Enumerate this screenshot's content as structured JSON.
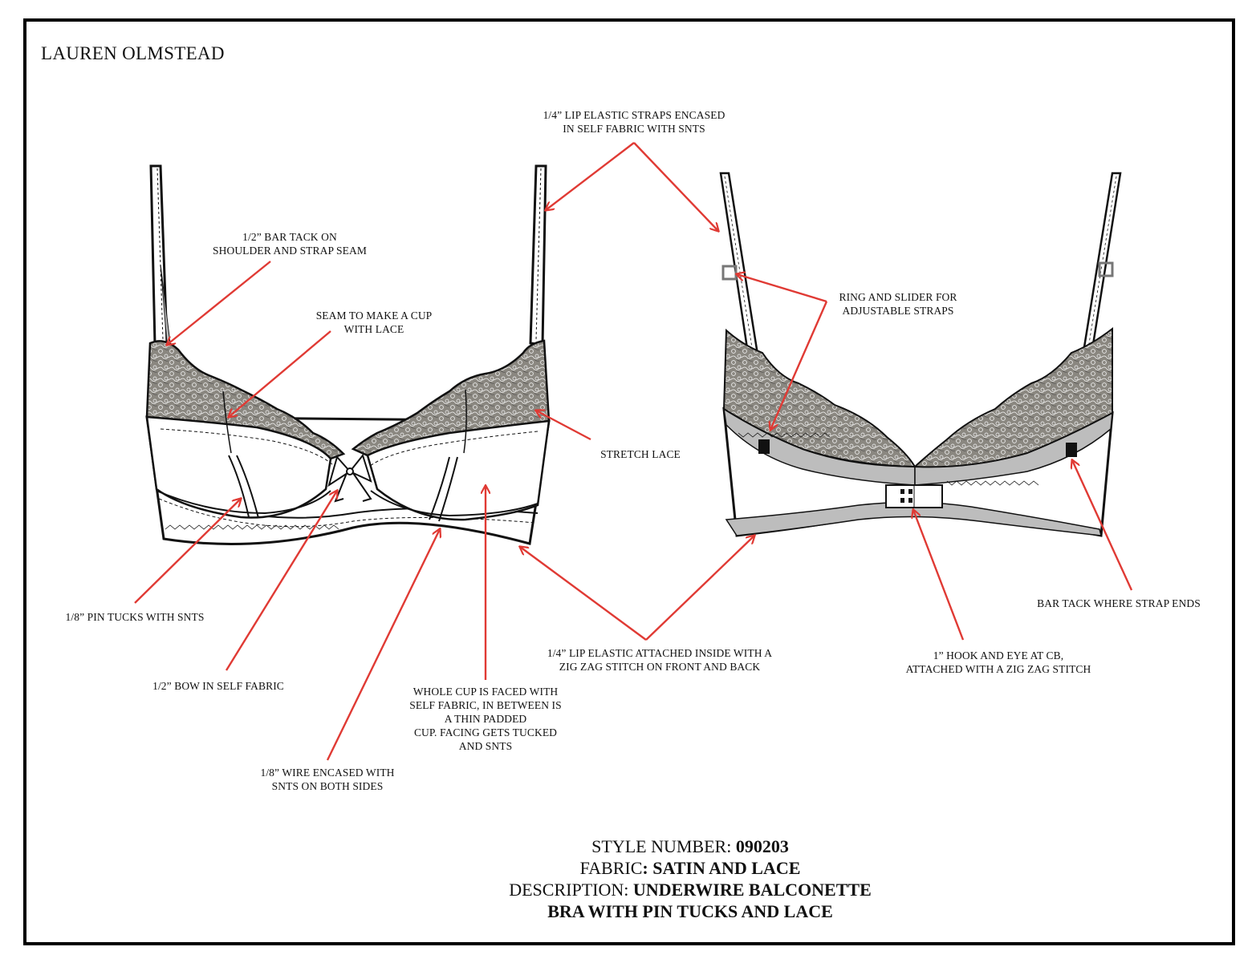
{
  "designer": "LAUREN OLMSTEAD",
  "callouts": {
    "straps": [
      "1/4” LIP ELASTIC STRAPS ENCASED",
      "IN SELF FABRIC WITH SNTS"
    ],
    "bar_tack": [
      "1/2” BAR TACK ON",
      "SHOULDER AND STRAP SEAM"
    ],
    "seam": [
      "SEAM TO MAKE A CUP",
      "WITH LACE"
    ],
    "stretch_lace": [
      "STRETCH LACE"
    ],
    "ring_slider": [
      "RING AND SLIDER FOR",
      "ADJUSTABLE STRAPS"
    ],
    "pin_tucks": [
      "1/8” PIN TUCKS WITH SNTS"
    ],
    "bow": [
      "1/2” BOW IN SELF FABRIC"
    ],
    "cup_faced": [
      "WHOLE CUP IS FACED WITH",
      "SELF FABRIC, IN BETWEEN IS",
      "A THIN PADDED",
      "CUP. FACING GETS TUCKED",
      "AND SNTS"
    ],
    "wire": [
      "1/8” WIRE ENCASED WITH",
      "SNTS ON BOTH SIDES"
    ],
    "lip_elastic": [
      "1/4” LIP ELASTIC ATTACHED INSIDE WITH A",
      "ZIG ZAG STITCH ON FRONT AND BACK"
    ],
    "hook_eye": [
      "1” HOOK AND EYE AT CB,",
      "ATTACHED WITH A ZIG ZAG STITCH"
    ],
    "bar_tack_strap": [
      "BAR TACK WHERE STRAP ENDS"
    ]
  },
  "footer": {
    "style_label": "STYLE NUMBER: ",
    "style_value": "090203",
    "fabric_label": "FABRIC",
    "fabric_value": ": SATIN AND LACE",
    "description_label": "DESCRIPTION: ",
    "description_value_1": "UNDERWIRE BALCONETTE",
    "description_value_2": "BRA WITH PIN TUCKS AND LACE"
  },
  "colors": {
    "arrow": "#e03a34",
    "outline": "#111111",
    "lace": "#8a8780",
    "lining": "#bdbdbd"
  }
}
